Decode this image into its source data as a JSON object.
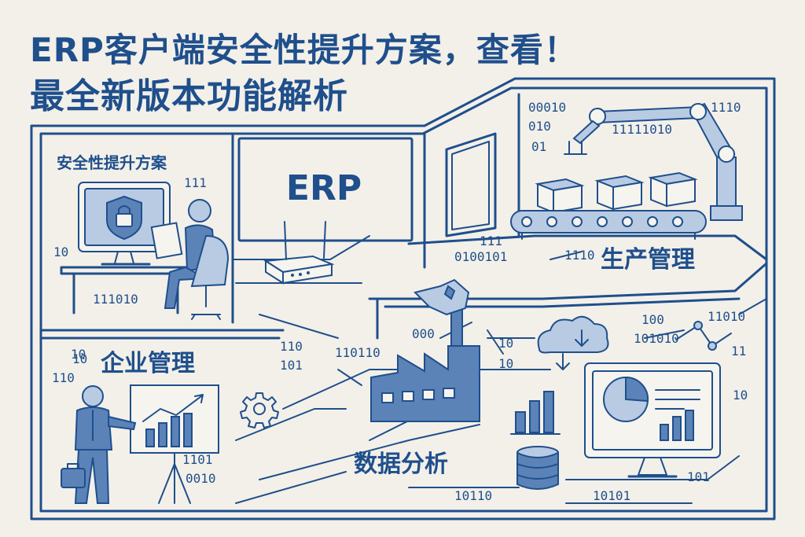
{
  "headline": {
    "line1": "ERP客户端安全性提升方案，查看！",
    "line2": "最全新版本功能解析"
  },
  "panels": {
    "security_label": "安全性提升方案",
    "erp_sign": "ERP",
    "production_label": "生产管理",
    "enterprise_label": "企业管理",
    "data_label": "数据分析"
  },
  "binary": {
    "b1": "00010",
    "b2": "010",
    "b3": "01",
    "b4": "11111010",
    "b5": "1110",
    "b6": "111",
    "b7": "0100101",
    "b8": "1110",
    "b9": "10",
    "b10": "111010",
    "b11": "111",
    "b12": "110",
    "b13": "101",
    "b14": "110110",
    "b15": "000",
    "b16": "10",
    "b17": "10",
    "b18": "100",
    "b19": "101010",
    "b20": "11010",
    "b21": "11",
    "b22": "10",
    "b23": "110",
    "b24": "1101",
    "b25": "0010",
    "b26": "10110",
    "b27": "10101",
    "b28": "101",
    "b29": "10",
    "b30": "10"
  },
  "icons": [
    "lock-shield-icon",
    "monitor-icon",
    "router-icon",
    "robot-arm-icon",
    "conveyor-icon",
    "factory-icon",
    "cloud-download-icon",
    "database-icon",
    "gear-icon",
    "pie-chart-icon",
    "bar-chart-icon",
    "line-graph-icon",
    "briefcase-icon",
    "office-chair-icon"
  ],
  "colors": {
    "background": "#f3f0e9",
    "primary": "#1f4f8c",
    "accent": "#5b83b8",
    "light": "#b8cbe3"
  }
}
